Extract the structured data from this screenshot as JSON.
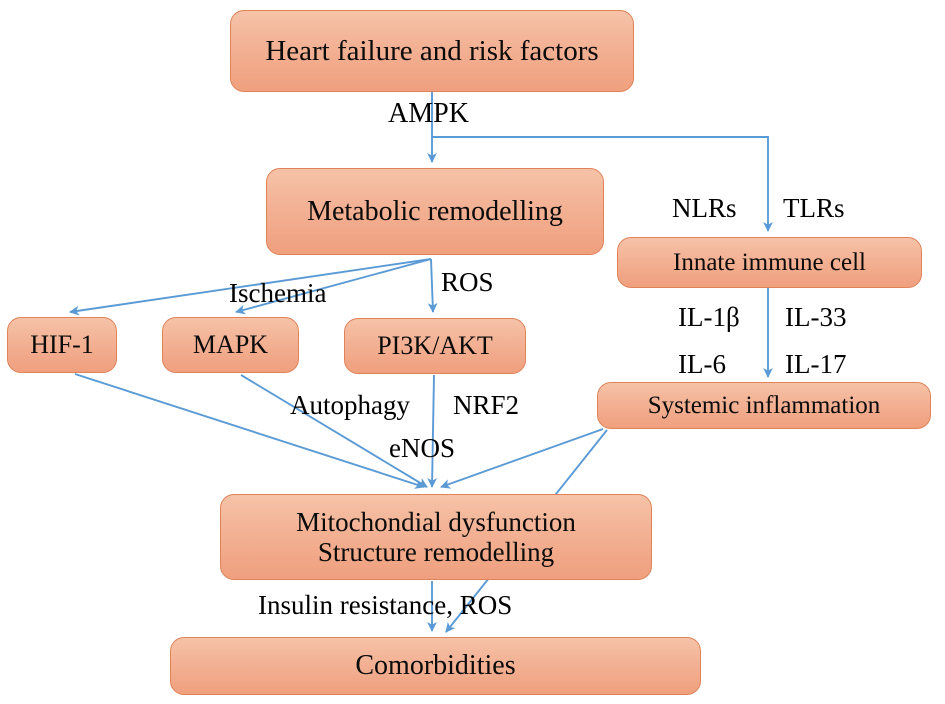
{
  "figure": {
    "type": "flowchart",
    "title": "Heart failure pathophysiology flow diagram",
    "colors": {
      "node_fill_light": "#F6C3A8",
      "node_fill_mid": "#F3B194",
      "node_fill_dark": "#EFA07E",
      "node_border": "#E0825A",
      "arrow": "#5B9BD5",
      "text": "#000000",
      "background": "#FFFFFF"
    }
  },
  "nodes": {
    "heart_failure": "Heart failure and risk factors",
    "metabolic_remodelling": "Metabolic remodelling",
    "innate_immune_cell": "Innate immune cell",
    "hif1": "HIF-1",
    "mapk": "MAPK",
    "pi3k_akt": "PI3K/AKT",
    "systemic_inflammation": "Systemic inflammation",
    "mito_line1": "Mitochondial dysfunction",
    "mito_line2": "Structure remodelling",
    "comorbidities": "Comorbidities"
  },
  "edge_labels": {
    "ampk": "AMPK",
    "nlrs": "NLRs",
    "tlrs": "TLRs",
    "ischemia": "Ischemia",
    "ros_upper": "ROS",
    "il_1b": "IL-1β",
    "il_33": "IL-33",
    "il_6": "IL-6",
    "il_17": "IL-17",
    "autophagy": "Autophagy",
    "nrf2": "NRF2",
    "enos": "eNOS",
    "insulin_ros": "Insulin resistance, ROS"
  },
  "edges": [
    {
      "from": "heart_failure",
      "to": "metabolic_remodelling",
      "label": "AMPK"
    },
    {
      "from": "heart_failure",
      "to": "innate_immune_cell",
      "label": "NLRs TLRs"
    },
    {
      "from": "metabolic_remodelling",
      "to": "hif1",
      "label": "Ischemia"
    },
    {
      "from": "metabolic_remodelling",
      "to": "mapk",
      "label": "Ischemia"
    },
    {
      "from": "metabolic_remodelling",
      "to": "pi3k_akt",
      "label": "ROS"
    },
    {
      "from": "innate_immune_cell",
      "to": "systemic_inflammation",
      "label": "IL-1β IL-33 IL-6 IL-17"
    },
    {
      "from": "hif1",
      "to": "mito_dysfunction",
      "label": ""
    },
    {
      "from": "mapk",
      "to": "mito_dysfunction",
      "label": "Autophagy"
    },
    {
      "from": "pi3k_akt",
      "to": "mito_dysfunction",
      "label": "NRF2 eNOS"
    },
    {
      "from": "systemic_inflammation",
      "to": "mito_dysfunction",
      "label": ""
    },
    {
      "from": "systemic_inflammation",
      "to": "comorbidities",
      "label": ""
    },
    {
      "from": "mito_dysfunction",
      "to": "comorbidities",
      "label": "Insulin resistance, ROS"
    }
  ]
}
